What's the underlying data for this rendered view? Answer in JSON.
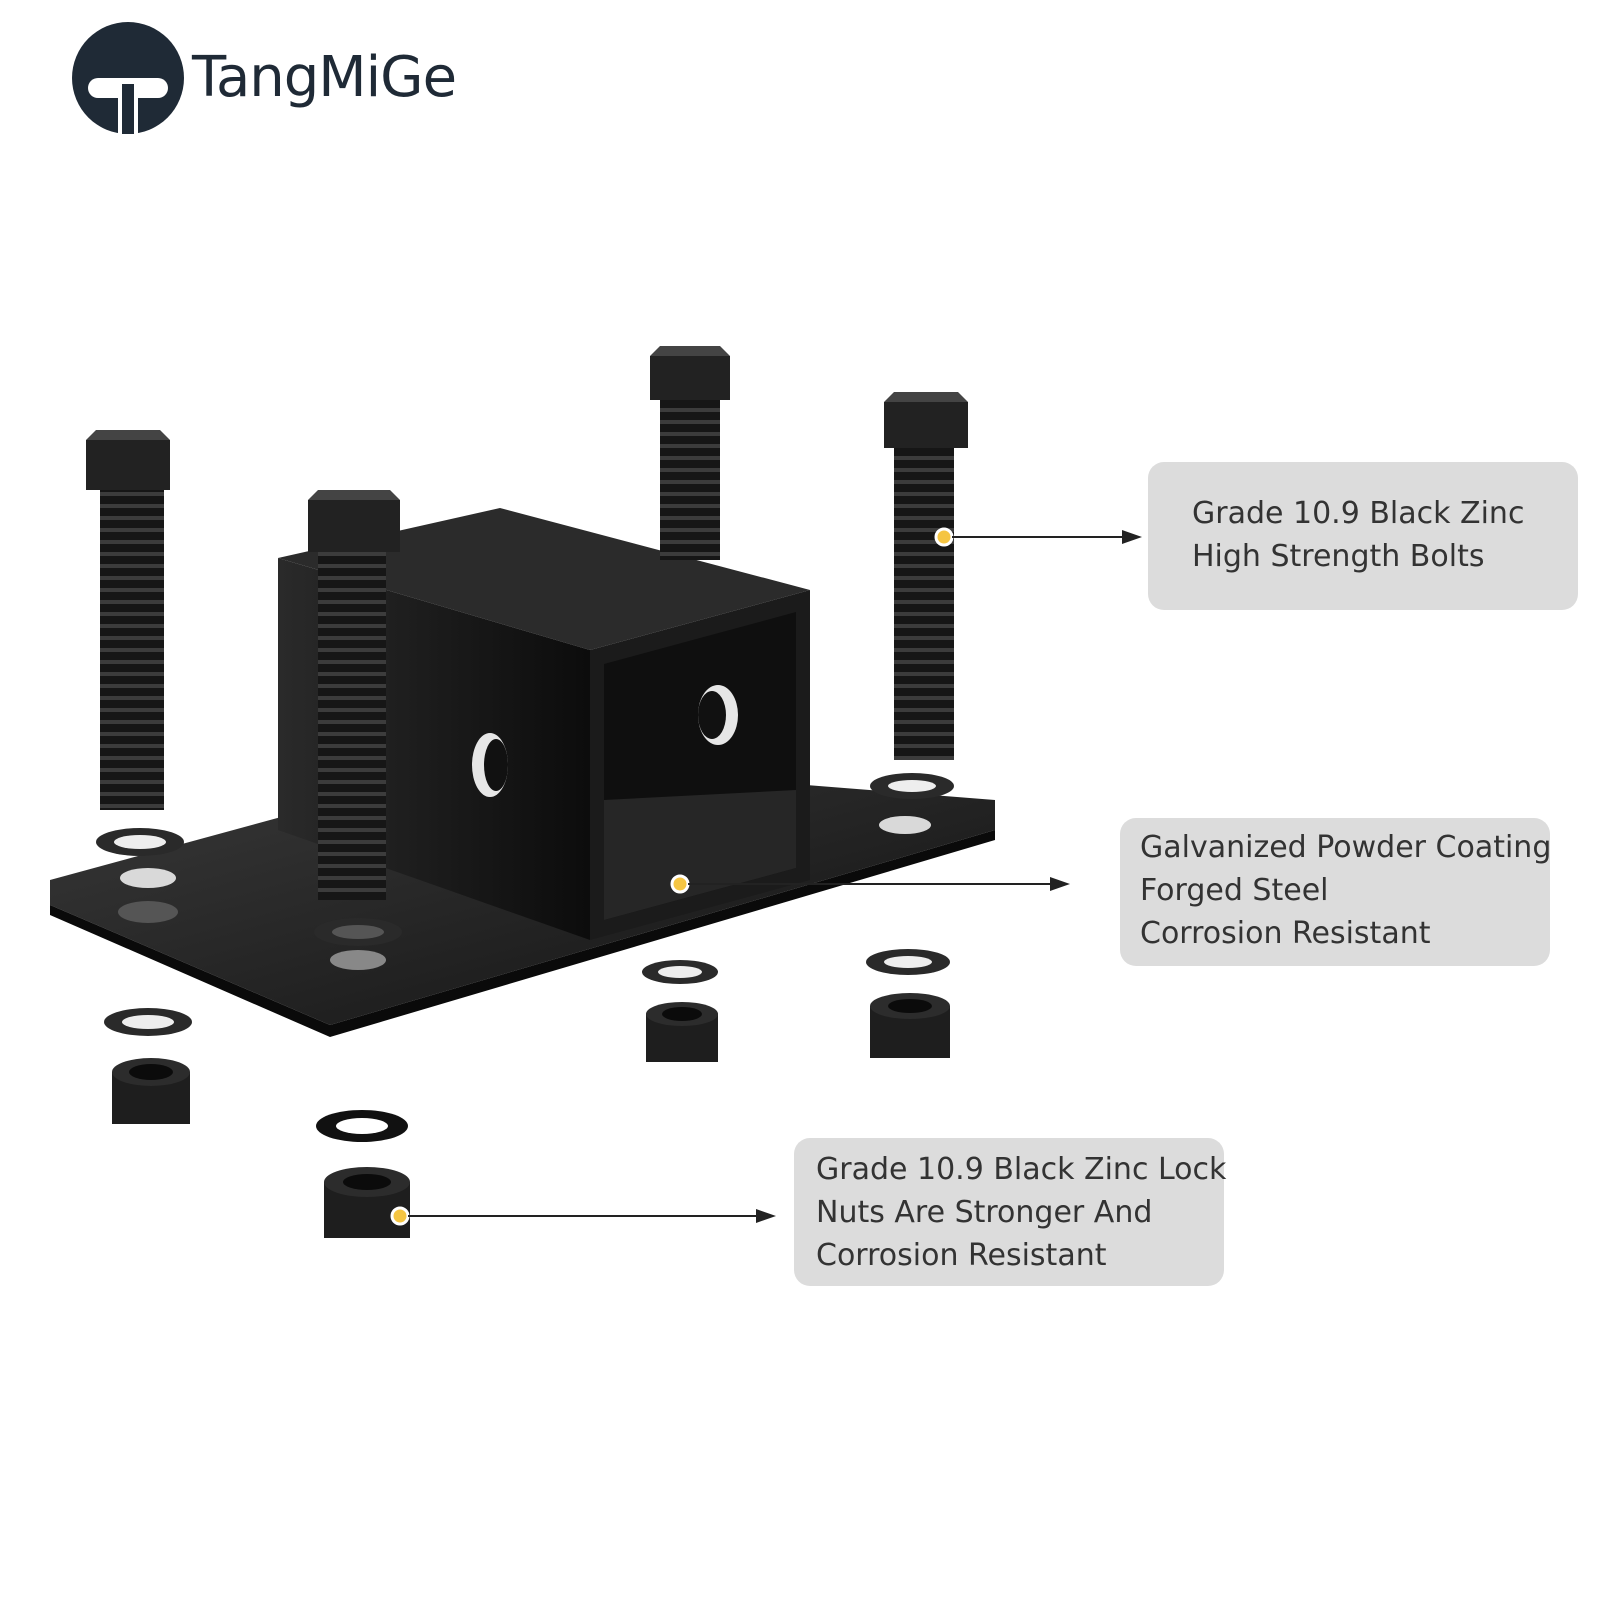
{
  "brand": {
    "name": "TangMiGe",
    "logo_color": "#1f2a36"
  },
  "callouts": [
    {
      "lines": [
        "Grade 10.9 Black Zinc",
        "High Strength Bolts"
      ]
    },
    {
      "lines": [
        "Galvanized Powder Coating",
        "Forged Steel",
        "Corrosion Resistant"
      ]
    },
    {
      "lines": [
        "Grade 10.9 Black Zinc Lock",
        "Nuts Are Stronger And",
        "Corrosion Resistant"
      ]
    }
  ],
  "colors": {
    "callout_bg": "#dcdcdc",
    "marker_dot": "#f5c542",
    "product": "#1a1a1a"
  }
}
